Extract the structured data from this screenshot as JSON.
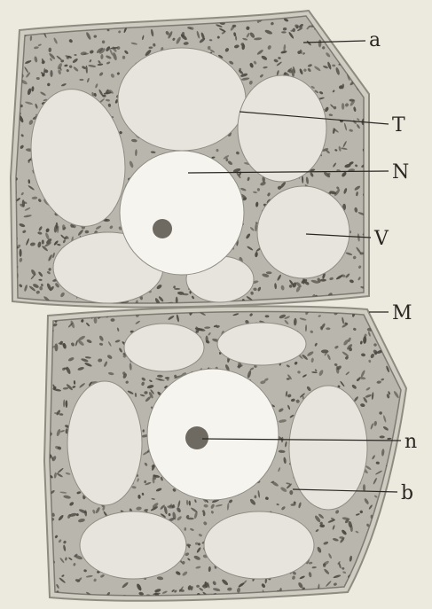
{
  "figure": {
    "background": "#ece9df",
    "cell_wall_color": "#b4b2aa",
    "cytoplasm_color": "#b9b7ad",
    "granule_color": "#4a4640",
    "vacuole_color": "#e6e4dc",
    "nucleus_color": "#f5f4ef",
    "nucleolus_color": "#6e6a62",
    "labels": {
      "a": "a",
      "T": "T",
      "N": "N",
      "V": "V",
      "M": "M",
      "n": "n",
      "b": "b"
    }
  }
}
